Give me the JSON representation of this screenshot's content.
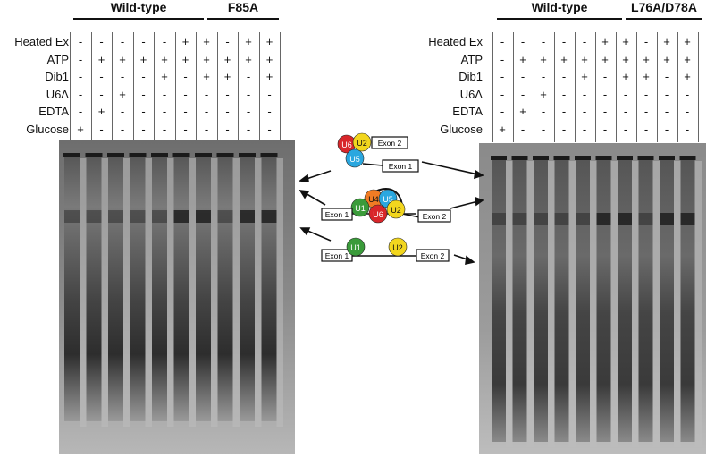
{
  "left_panel": {
    "groups": [
      {
        "label": "Wild-type"
      },
      {
        "label": "F85A"
      }
    ],
    "rows": [
      {
        "label": "Heated Ex",
        "values": [
          "-",
          "-",
          "-",
          "-",
          "-",
          "+",
          "+",
          "-",
          "+",
          "+"
        ]
      },
      {
        "label": "ATP",
        "values": [
          "-",
          "+",
          "+",
          "+",
          "+",
          "+",
          "+",
          "+",
          "+",
          "+"
        ]
      },
      {
        "label": "Dib1",
        "values": [
          "-",
          "-",
          "-",
          "-",
          "+",
          "-",
          "+",
          "+",
          "-",
          "+"
        ]
      },
      {
        "label": "U6Δ",
        "values": [
          "-",
          "-",
          "+",
          "-",
          "-",
          "-",
          "-",
          "-",
          "-",
          "-"
        ]
      },
      {
        "label": "EDTA",
        "values": [
          "-",
          "+",
          "-",
          "-",
          "-",
          "-",
          "-",
          "-",
          "-",
          "-"
        ]
      },
      {
        "label": "Glucose",
        "values": [
          "+",
          "-",
          "-",
          "-",
          "-",
          "-",
          "-",
          "-",
          "-",
          "-"
        ]
      }
    ]
  },
  "right_panel": {
    "groups": [
      {
        "label": "Wild-type"
      },
      {
        "label": "L76A/D78A"
      }
    ],
    "rows": [
      {
        "label": "Heated Ex",
        "values": [
          "-",
          "-",
          "-",
          "-",
          "-",
          "+",
          "+",
          "-",
          "+",
          "+"
        ]
      },
      {
        "label": "ATP",
        "values": [
          "-",
          "+",
          "+",
          "+",
          "+",
          "+",
          "+",
          "+",
          "+",
          "+"
        ]
      },
      {
        "label": "Dib1",
        "values": [
          "-",
          "-",
          "-",
          "-",
          "+",
          "-",
          "+",
          "+",
          "-",
          "+"
        ]
      },
      {
        "label": "U6Δ",
        "values": [
          "-",
          "-",
          "+",
          "-",
          "-",
          "-",
          "-",
          "-",
          "-",
          "-"
        ]
      },
      {
        "label": "EDTA",
        "values": [
          "-",
          "+",
          "-",
          "-",
          "-",
          "-",
          "-",
          "-",
          "-",
          "-"
        ]
      },
      {
        "label": "Glucose",
        "values": [
          "+",
          "-",
          "-",
          "-",
          "-",
          "-",
          "-",
          "-",
          "-",
          "-"
        ]
      }
    ]
  },
  "complexes": {
    "tri_snRNP": {
      "particles": [
        "U6",
        "U2",
        "U5"
      ],
      "exon_labels": [
        "Exon 2",
        "Exon 1"
      ]
    },
    "spliceosome": {
      "particles": [
        "U4",
        "U5",
        "U1",
        "U6",
        "U2"
      ],
      "exon_labels": [
        "Exon 1",
        "Exon 2"
      ]
    },
    "prespliceosome": {
      "particles": [
        "U1",
        "U2"
      ],
      "exon_labels": [
        "Exon 1",
        "Exon 2"
      ]
    }
  },
  "colors": {
    "U1": "#3a9b3a",
    "U2": "#f2d61e",
    "U4": "#f07c24",
    "U5": "#2aa7df",
    "U6": "#d8262a"
  }
}
